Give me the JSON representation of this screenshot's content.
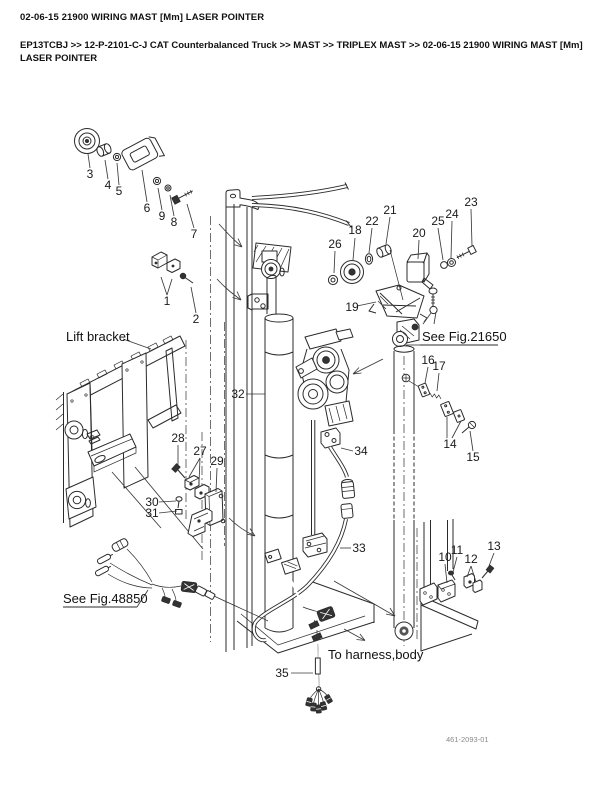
{
  "page": {
    "title": "02-06-15 21900 WIRING MAST [Mm] LASER POINTER",
    "breadcrumb": "EP13TCBJ >> 12-P-2101-C-J CAT Counterbalanced Truck >> MAST >> TRIPLEX MAST >> 02-06-15 21900 WIRING MAST [Mm] LASER POINTER",
    "doc_number": "461-2093-01"
  },
  "colors": {
    "ink": "#2b2b2b",
    "doc_number_gray": "#8a8a8a",
    "background": "#ffffff"
  },
  "diagram": {
    "annotations": {
      "lift_bracket": "Lift bracket",
      "see_fig_21650": "See Fig.21650",
      "see_fig_48850": "See Fig.48850",
      "to_harness_body": "To harness,body"
    },
    "callouts": [
      "1",
      "2",
      "3",
      "4",
      "5",
      "6",
      "7",
      "8",
      "9",
      "10",
      "11",
      "12",
      "13",
      "14",
      "15",
      "16",
      "17",
      "18",
      "19",
      "20",
      "21",
      "22",
      "23",
      "24",
      "25",
      "26",
      "27",
      "28",
      "29",
      "30",
      "31",
      "32",
      "33",
      "34",
      "35"
    ]
  }
}
